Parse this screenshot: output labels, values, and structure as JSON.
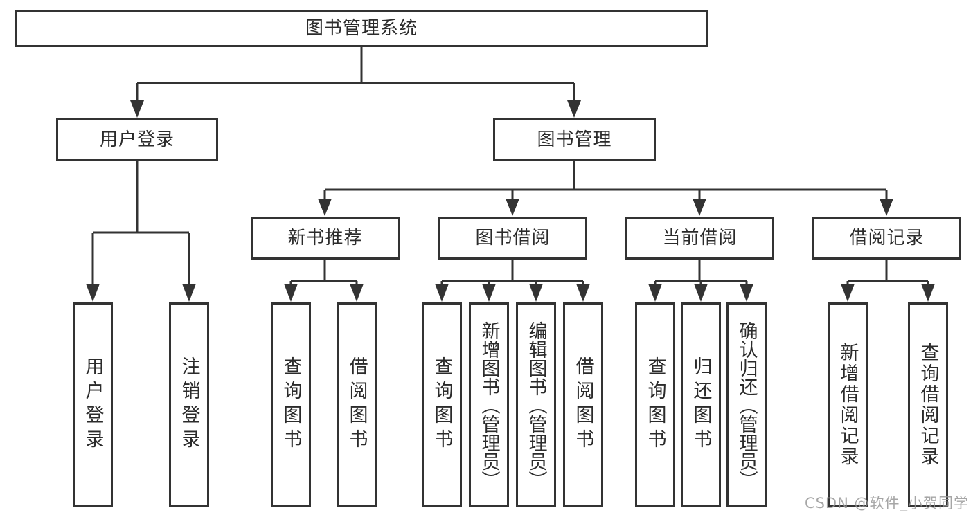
{
  "page": {
    "watermark": "CSDN @软件_小贺同学",
    "background": "#ffffff"
  },
  "colors": {
    "line": "#333333",
    "box_border": "#333333",
    "text": "#2b2b2b",
    "watermark": "#969696"
  },
  "nodes": {
    "root": {
      "id": "library-management-system",
      "label": "图书管理系统"
    },
    "level1": [
      {
        "id": "user-login",
        "label": "用户登录"
      },
      {
        "id": "book-management",
        "label": "图书管理"
      }
    ],
    "level2": [
      {
        "id": "new-book-recommend",
        "label": "新书推荐",
        "parent": "book-management"
      },
      {
        "id": "book-borrow",
        "label": "图书借阅",
        "parent": "book-management"
      },
      {
        "id": "current-borrow",
        "label": "当前借阅",
        "parent": "book-management"
      },
      {
        "id": "borrow-record",
        "label": "借阅记录",
        "parent": "book-management"
      }
    ],
    "leaves": [
      {
        "id": "leaf-user-login",
        "label": "用户登录",
        "parent": "user-login"
      },
      {
        "id": "leaf-logout",
        "label": "注销登录",
        "parent": "user-login"
      },
      {
        "id": "leaf-query-book-recommend",
        "label": "查询图书",
        "parent": "new-book-recommend"
      },
      {
        "id": "leaf-borrow-book-recommend",
        "label": "借阅图书",
        "parent": "new-book-recommend"
      },
      {
        "id": "leaf-query-book-borrow",
        "label": "查询图书",
        "parent": "book-borrow"
      },
      {
        "id": "leaf-add-book-admin",
        "label": "新增图书（管理员）",
        "parent": "book-borrow"
      },
      {
        "id": "leaf-edit-book-admin",
        "label": "编辑图书（管理员）",
        "parent": "book-borrow"
      },
      {
        "id": "leaf-borrow-book",
        "label": "借阅图书",
        "parent": "book-borrow"
      },
      {
        "id": "leaf-query-book-current",
        "label": "查询图书",
        "parent": "current-borrow"
      },
      {
        "id": "leaf-return-book",
        "label": "归还图书",
        "parent": "current-borrow"
      },
      {
        "id": "leaf-confirm-return-admin",
        "label": "确认归还（管理员）",
        "parent": "current-borrow"
      },
      {
        "id": "leaf-add-borrow-record",
        "label": "新增借阅记录",
        "parent": "borrow-record"
      },
      {
        "id": "leaf-query-borrow-record",
        "label": "查询借阅记录",
        "parent": "borrow-record"
      }
    ]
  }
}
